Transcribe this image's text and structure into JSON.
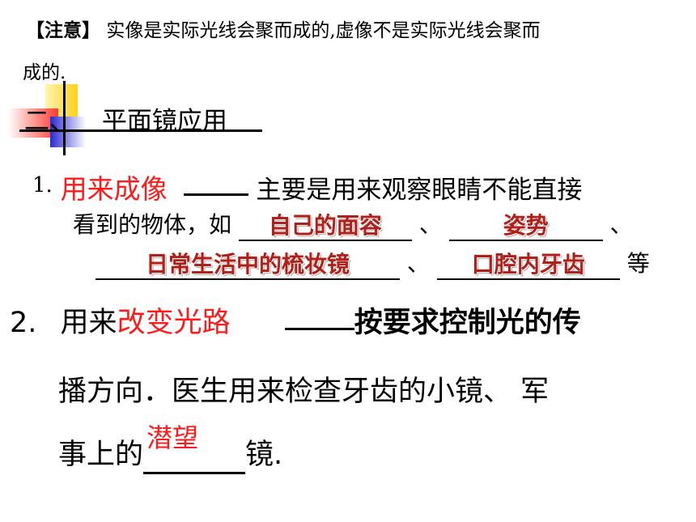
{
  "note": {
    "tag": "【注意】",
    "line1": "实像是实际光线会聚而成的,虚像不是实际光线会聚而",
    "line2": "成的."
  },
  "heading": {
    "number": "二、",
    "title": "平面镜应用"
  },
  "item1": {
    "number": "1.",
    "term": "用来成像",
    "desc_line1": "主要是用来观察眼睛不能直接",
    "line2_prefix": "看到的物体，如",
    "answer1": "自己的面容",
    "sep": "、",
    "answer2": "姿势",
    "answer3": "日常生活中的梳妆镜",
    "answer4": "口腔内牙齿",
    "suffix": "等"
  },
  "item2": {
    "number": "2.",
    "prefix": "用来",
    "term": "改变光路",
    "desc": "按要求控制光的传",
    "line2": "播方向．医生用来检查牙齿的小镜、 军",
    "line3_prefix": "事上的",
    "answer": "潜望",
    "line3_suffix": "镜."
  },
  "colors": {
    "term_red": "#ff1a1a",
    "answer_brown": "#b0201a"
  }
}
